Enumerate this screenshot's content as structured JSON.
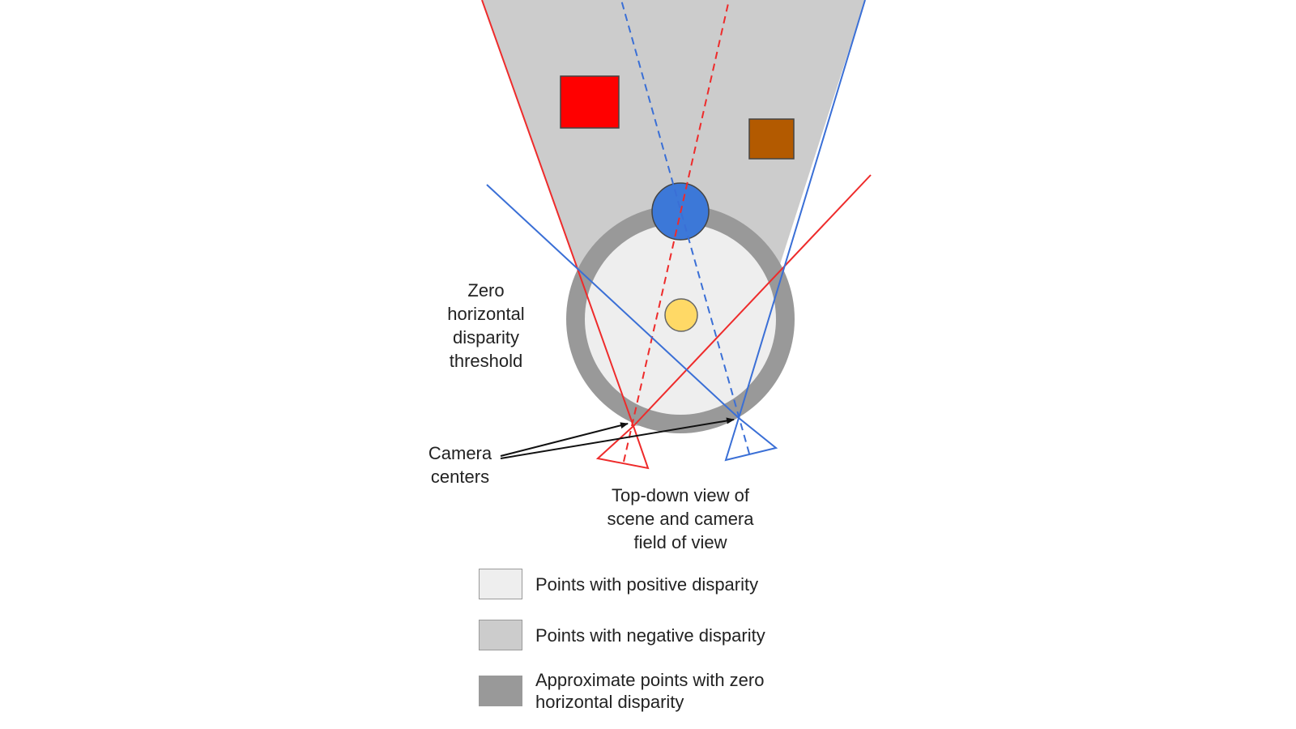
{
  "labels": {
    "zero_threshold": [
      "Zero",
      "horizontal",
      "disparity",
      "threshold"
    ],
    "camera_centers": [
      "Camera",
      "centers"
    ],
    "top_down_view": [
      "Top-down view of",
      "scene and camera",
      "field of view"
    ]
  },
  "legend": [
    {
      "color": "#eeeeee",
      "text": [
        "Points with positive disparity"
      ]
    },
    {
      "color": "#cccccc",
      "text": [
        "Points with negative disparity"
      ]
    },
    {
      "color": "#999999",
      "text": [
        "Approximate points with zero",
        "horizontal disparity"
      ]
    }
  ],
  "colors": {
    "left_camera": "#ee2b2b",
    "right_camera": "#3a6fd6",
    "negative_region": "#cccccc",
    "positive_region": "#eeeeee",
    "zero_ring": "#999999",
    "red_square": "#ff0000",
    "orange_square": "#b35a00",
    "blue_circle": "#3c78d8",
    "yellow_circle": "#ffd966"
  }
}
